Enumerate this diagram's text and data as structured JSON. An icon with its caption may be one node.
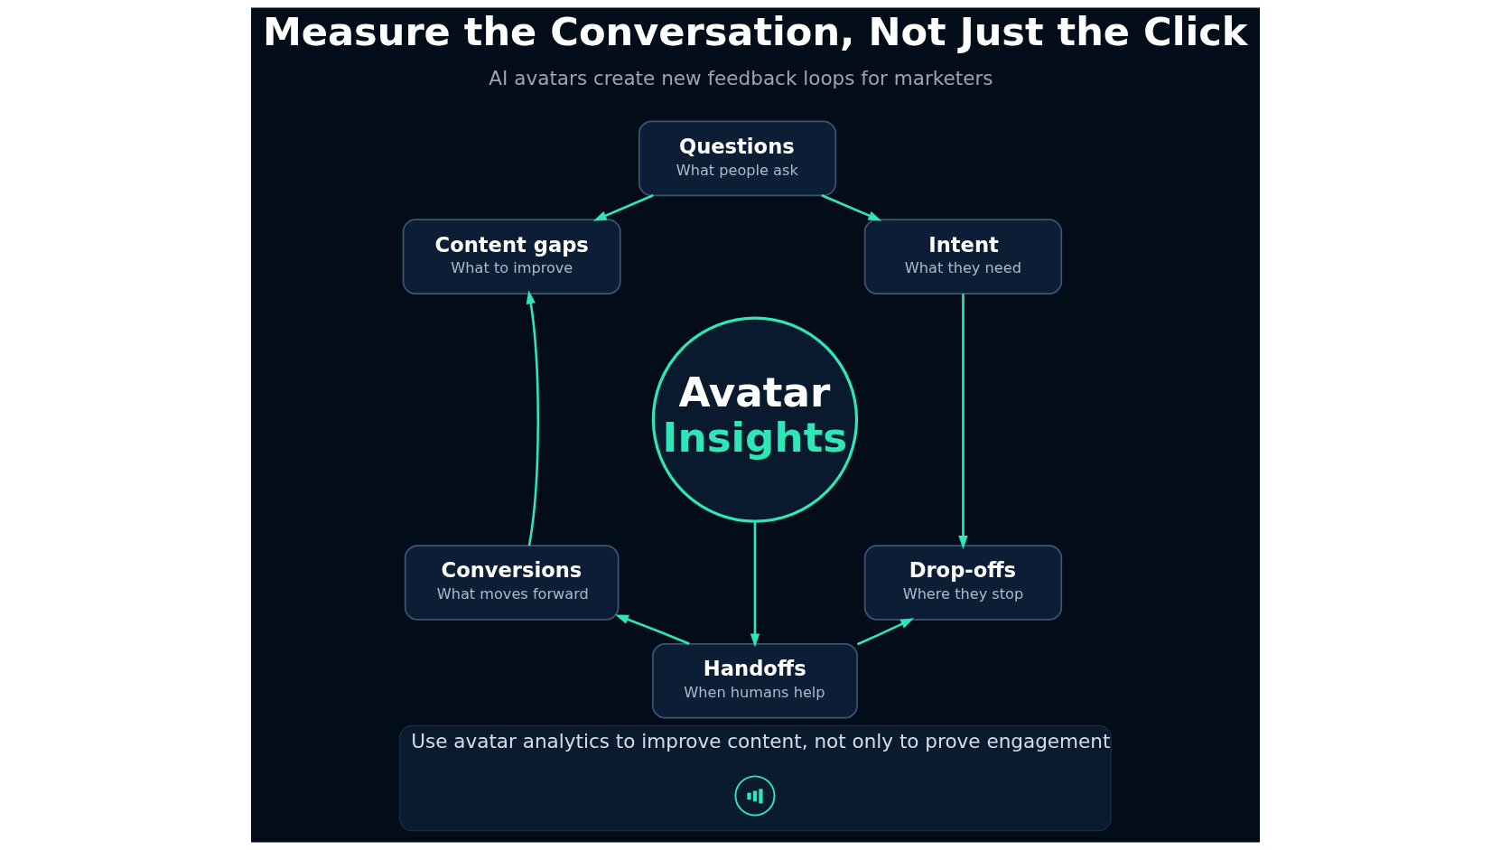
{
  "diagram": {
    "title": "Measure the Conversation, Not Just the Click",
    "nodes": [
      {
        "text": [
          "Questions",
          "What people ask"
        ]
      },
      {
        "text": [
          "Content gaps",
          "What to improve"
        ]
      },
      {
        "text": [
          "Intent",
          "What they need"
        ]
      },
      {
        "text": [
          "Avatar",
          "Insights"
        ]
      },
      {
        "text": [
          "Conversions",
          "What moves forward"
        ]
      },
      {
        "text": [
          "Drop-offs",
          "Where they stop"
        ]
      },
      {
        "text": [
          "Handoffs",
          "When humans help"
        ]
      },
      {
        "text": [
          "Use avatar analytics to improve content, not only to prove engagement"
        ]
      },
      {
        "text": [],
        "shape": "circle",
        "in": 7
      }
    ],
    "edges": [
      {
        "from": 0,
        "to": 1,
        "arrow": "to"
      },
      {
        "from": 0,
        "to": 2,
        "arrow": "to"
      },
      {
        "from": 2,
        "to": 5,
        "arrow": "to"
      },
      {
        "from": 4,
        "to": 1,
        "arrow": "to"
      },
      {
        "from": 3,
        "to": 6,
        "arrow": "to"
      },
      {
        "from": 6,
        "to": 4,
        "arrow": "to"
      },
      {
        "from": 6,
        "to": 5,
        "arrow": "to"
      }
    ],
    "labels": [
      "AI avatars create new feedback loops for marketers"
    ]
  }
}
